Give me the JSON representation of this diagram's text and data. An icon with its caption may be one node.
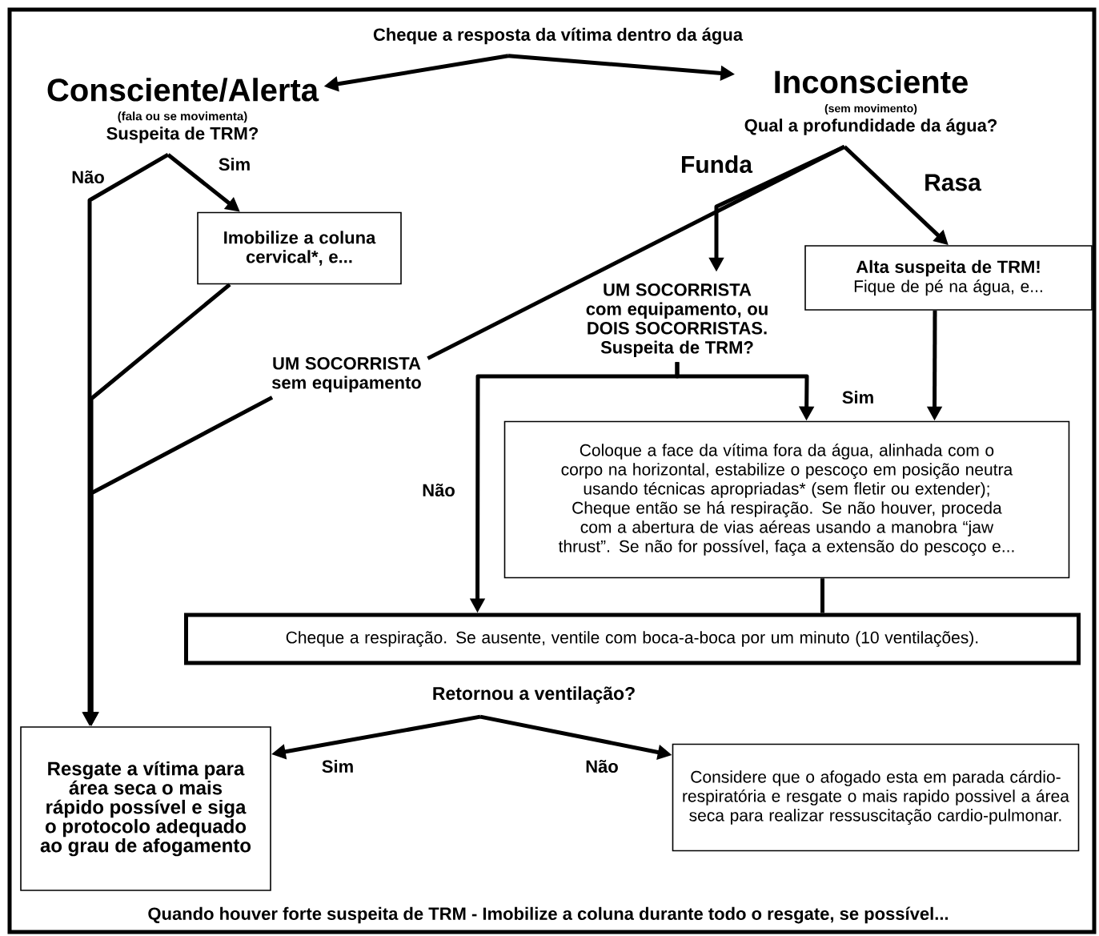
{
  "diagram": {
    "nodes": [
      {
        "text": [
          "Cheque a resposta da vítima dentro da água"
        ]
      },
      {
        "text": [
          "Consciente/Alerta",
          "(fala ou se movimenta)",
          "Suspeita de TRM?"
        ]
      },
      {
        "text": [
          "Inconsciente",
          "(sem movimento)",
          "Qual a profundidade da água?"
        ]
      },
      {
        "text": [
          "Imobilize a coluna cervical*, e..."
        ]
      },
      {
        "text": [
          "UM SOCORRISTA com equipamento, ou DOIS SOCORRISTAS. Suspeita de TRM?"
        ]
      },
      {
        "text": [
          "Alta suspeita de TRM!",
          "Fique de pé na água, e..."
        ]
      },
      {
        "text": [
          "UM SOCORRISTA sem equipamento"
        ]
      },
      {
        "text": [
          "Coloque a face da vítima fora da água, alinhada com o corpo na horizontal, estabilize o pescoço em posição neutra usando técnicas apropriadas* (sem fletir ou extender); Cheque então se há respiração. Se não houver, proceda com a abertura de vias aéreas usando a manobra “jaw thrust”. Se não for possível, faça a extensão do pescoço e..."
        ]
      },
      {
        "text": [
          "Cheque a respiração. Se ausente, ventile com boca-a-boca por um minuto (10 ventilações)."
        ]
      },
      {
        "text": [
          "Retornou a ventilação?"
        ]
      },
      {
        "text": [
          "Resgate a vítima para área seca o mais rápido possível e siga o protocolo adequado ao grau de afogamento"
        ]
      },
      {
        "text": [
          "Considere que o afogado esta em parada cárdio-respiratória e resgate o mais rapido possivel a área seca para realizar ressuscitação cardio-pulmonar."
        ]
      }
    ],
    "edges": [
      {
        "from": 0,
        "to": 1,
        "arrow": "to"
      },
      {
        "from": 0,
        "to": 2,
        "arrow": "to"
      },
      {
        "from": 1,
        "to": 3,
        "arrow": "to",
        "label": "Sim"
      },
      {
        "from": 1,
        "to": 10,
        "arrow": "to",
        "label": "Não"
      },
      {
        "from": 3,
        "to": 10,
        "arrow": "to"
      },
      {
        "from": 2,
        "to": 6,
        "arrow": "none",
        "label": "Funda"
      },
      {
        "from": 2,
        "to": 4,
        "arrow": "to"
      },
      {
        "from": 2,
        "to": 5,
        "arrow": "to",
        "label": "Rasa"
      },
      {
        "from": 6,
        "to": 10,
        "arrow": "to"
      },
      {
        "from": 4,
        "to": 7,
        "arrow": "to",
        "label": "Sim"
      },
      {
        "from": 4,
        "to": 8,
        "arrow": "to",
        "label": "Não"
      },
      {
        "from": 5,
        "to": 7,
        "arrow": "to"
      },
      {
        "from": 7,
        "to": 8,
        "arrow": "none"
      },
      {
        "from": 9,
        "to": 10,
        "arrow": "to",
        "label": "Sim"
      },
      {
        "from": 9,
        "to": 11,
        "arrow": "to",
        "label": "Não"
      }
    ],
    "labels": [
      "Quando houver forte suspeita de TRM - Imobilize a coluna durante todo o resgate, se possível..."
    ]
  }
}
